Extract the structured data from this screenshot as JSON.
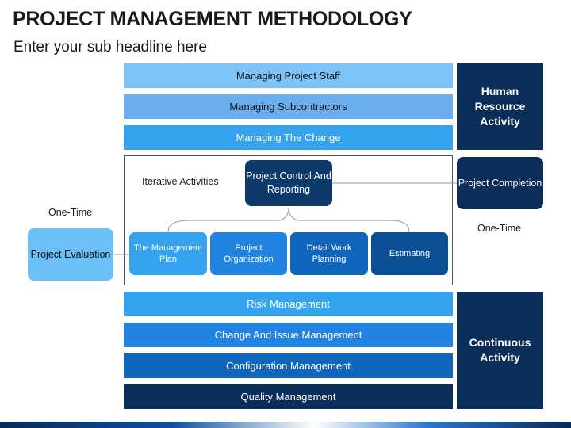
{
  "header": {
    "title": "PROJECT MANAGEMENT METHODOLOGY",
    "subtitle": "Enter your sub headline here"
  },
  "top_bars": [
    {
      "label": "Managing Project Staff",
      "color": "#7ec3f7",
      "text_color": "#111111"
    },
    {
      "label": "Managing Subcontractors",
      "color": "#6aaef0",
      "text_color": "#111111"
    },
    {
      "label": "Managing The Change",
      "color": "#35a3ee",
      "text_color": "#ffffff"
    }
  ],
  "side_panels": {
    "human_resource": "Human Resource Activity",
    "continuous": "Continuous Activity"
  },
  "iterative": {
    "label": "Iterative Activities",
    "control": "Project Control And Reporting",
    "steps": [
      {
        "label": "The Management Plan",
        "color": "#35a3ee"
      },
      {
        "label": "Project Organization",
        "color": "#2283e0"
      },
      {
        "label": "Detail Work Planning",
        "color": "#1065bd"
      },
      {
        "label": "Estimating",
        "color": "#0a4f96"
      }
    ]
  },
  "evaluation": {
    "label": "One-Time",
    "box": "Project Evaluation",
    "color": "#6cc0f6"
  },
  "completion": {
    "box": "Project Completion",
    "label": "One-Time"
  },
  "bottom_bars": [
    {
      "label": "Risk Management",
      "color": "#35a3ee"
    },
    {
      "label": "Change And Issue Management",
      "color": "#2283e0"
    },
    {
      "label": "Configuration Management",
      "color": "#1065bd"
    },
    {
      "label": "Quality Management",
      "color": "#0b2d59"
    }
  ],
  "colors": {
    "dark_navy": "#0b2d59",
    "control_box": "#0d3a6b"
  }
}
